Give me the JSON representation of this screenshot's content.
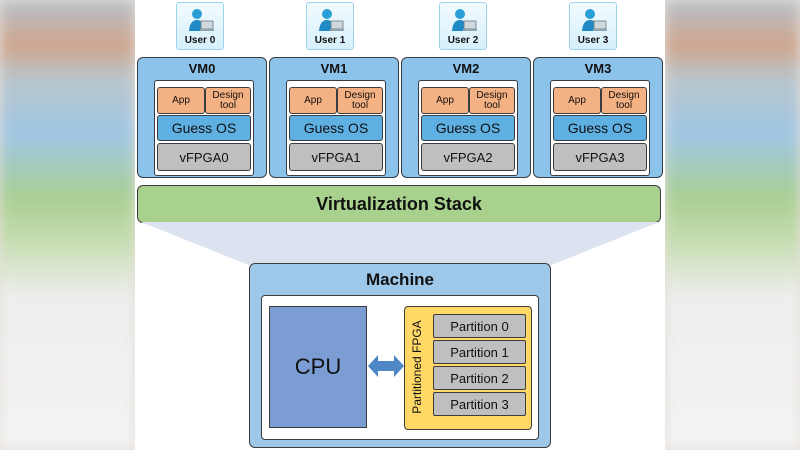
{
  "users": [
    {
      "label": "User 0",
      "icon": "user-laptop-icon"
    },
    {
      "label": "User 1",
      "icon": "user-laptop-icon"
    },
    {
      "label": "User 2",
      "icon": "user-laptop-icon"
    },
    {
      "label": "User 3",
      "icon": "user-laptop-icon"
    }
  ],
  "vms": [
    {
      "title": "VM0",
      "app": "App",
      "tool": "Design tool",
      "os": "Guess OS",
      "vfpga": "vFPGA0"
    },
    {
      "title": "VM1",
      "app": "App",
      "tool": "Design tool",
      "os": "Guess OS",
      "vfpga": "vFPGA1"
    },
    {
      "title": "VM2",
      "app": "App",
      "tool": "Design tool",
      "os": "Guess OS",
      "vfpga": "vFPGA2"
    },
    {
      "title": "VM3",
      "app": "App",
      "tool": "Design tool",
      "os": "Guess OS",
      "vfpga": "vFPGA3"
    }
  ],
  "virtualization_stack": "Virtualization Stack",
  "machine": {
    "title": "Machine",
    "cpu": "CPU",
    "fpga_label": "Partitioned FPGA",
    "partitions": [
      "Partition 0",
      "Partition 1",
      "Partition 2",
      "Partition 3"
    ]
  },
  "colors": {
    "vm_fill": "#8cc3ea",
    "app_fill": "#f4b183",
    "os_fill": "#5fb0e2",
    "vfpga_fill": "#bfbfbf",
    "stack_fill": "#a9d18e",
    "machine_fill": "#9dc8ea",
    "cpu_fill": "#7c9cd4",
    "fpga_fill": "#ffd866",
    "arrow_fill": "#4f86c6"
  }
}
